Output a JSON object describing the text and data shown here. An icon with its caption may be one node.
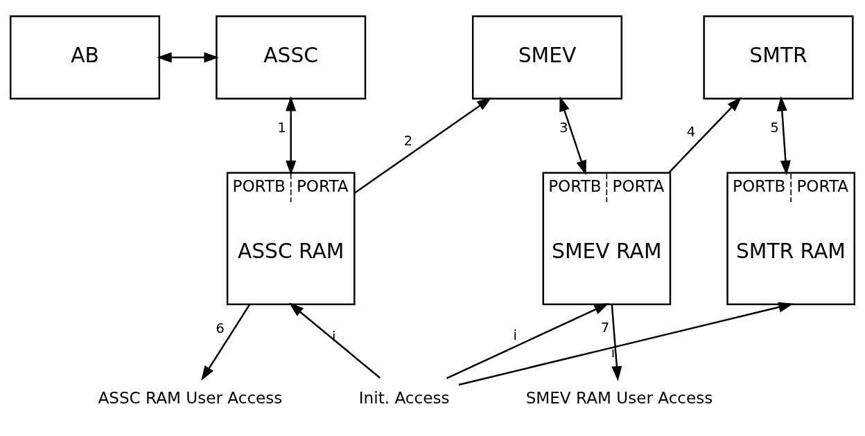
{
  "diagram": {
    "nodes": [
      {
        "text": [
          "AB"
        ]
      },
      {
        "text": [
          "ASSC"
        ]
      },
      {
        "text": [
          "SMEV"
        ]
      },
      {
        "text": [
          "SMTR"
        ]
      },
      {
        "text": [
          "PORTB",
          "PORTA",
          "ASSC RAM"
        ]
      },
      {
        "text": [
          "PORTB",
          "PORTA",
          "SMEV RAM"
        ]
      },
      {
        "text": [
          "PORTB",
          "PORTA",
          "SMTR RAM"
        ]
      },
      {
        "text": [
          "Init. Access"
        ]
      },
      {
        "text": [
          "ASSC RAM User Access"
        ]
      },
      {
        "text": [
          "SMEV RAM User Access"
        ]
      }
    ],
    "edges": [
      {
        "from": 0,
        "to": 1,
        "arrow": "both"
      },
      {
        "from": 1,
        "to": 4,
        "arrow": "both",
        "label": "1"
      },
      {
        "from": 4,
        "to": 2,
        "arrow": "to",
        "label": "2"
      },
      {
        "from": 2,
        "to": 5,
        "arrow": "both",
        "label": "3"
      },
      {
        "from": 5,
        "to": 3,
        "arrow": "to",
        "label": "4"
      },
      {
        "from": 3,
        "to": 6,
        "arrow": "both",
        "label": "5"
      },
      {
        "from": 4,
        "to": 8,
        "arrow": "to",
        "label": "6"
      },
      {
        "from": 5,
        "to": 9,
        "arrow": "to",
        "label": "7"
      },
      {
        "from": 7,
        "to": 4,
        "arrow": "to",
        "label": "i"
      },
      {
        "from": 7,
        "to": 5,
        "arrow": "to",
        "label": "i"
      },
      {
        "from": 7,
        "to": 6,
        "arrow": "to",
        "label": "i"
      }
    ]
  }
}
